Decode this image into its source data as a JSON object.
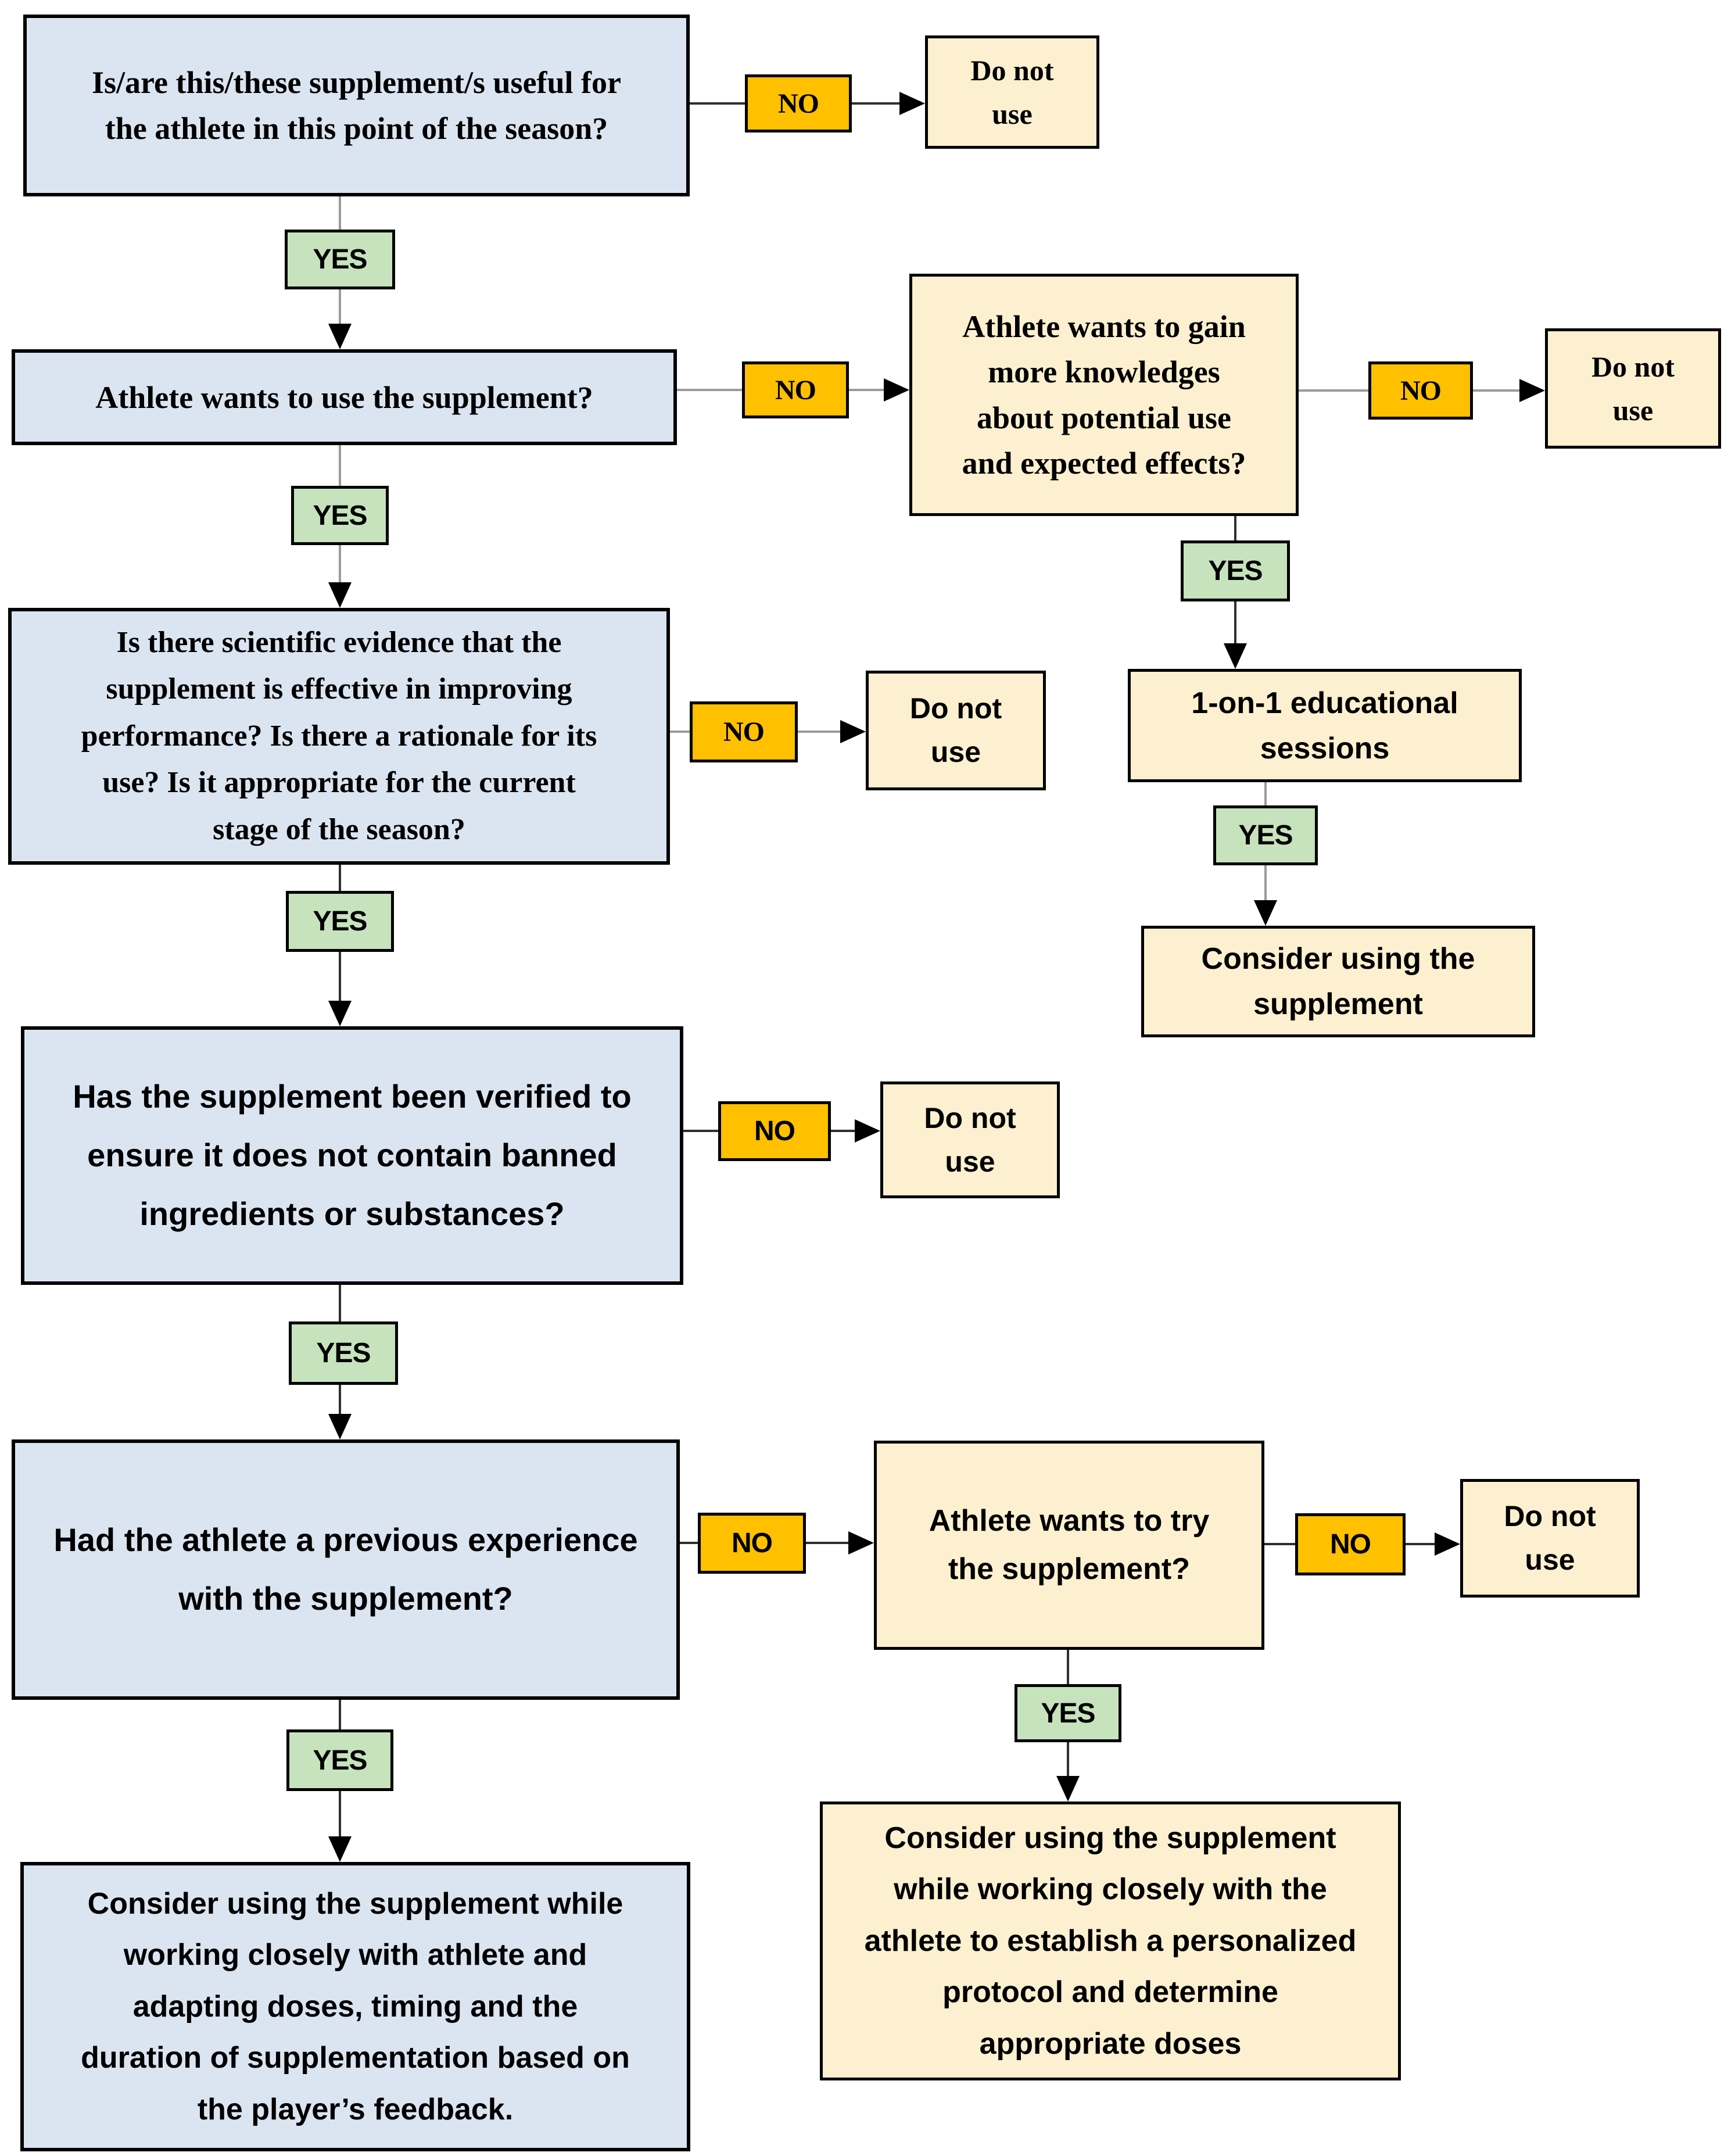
{
  "palette": {
    "question_fill": "#dbe5f1",
    "outcome_fill": "#fdf0d0",
    "no_fill": "#ffc000",
    "yes_fill": "#c7e3bd",
    "border": "#000000",
    "line_gray": "#9a9a9a",
    "line_dark": "#2f2f2f"
  },
  "labels": {
    "yes": "YES",
    "no": "NO"
  },
  "nodes": {
    "useful": {
      "text": [
        "Is/are this/these supplement/s useful for",
        "the athlete in this point of the season?"
      ]
    },
    "wants_use": {
      "text": [
        "Athlete wants to use the supplement?"
      ]
    },
    "gain_knowledge": {
      "text": [
        "Athlete wants to gain",
        "more knowledges",
        "about potential use",
        "and expected effects?"
      ]
    },
    "evidence": {
      "text": [
        "Is there scientific evidence that the",
        "supplement is effective in improving",
        "performance? Is there a rationale for its",
        "use? Is it appropriate for the current",
        "stage of the season?"
      ]
    },
    "verified": {
      "text": [
        "Has the supplement been verified to",
        "ensure it does not contain banned",
        "ingredients or substances?"
      ]
    },
    "experience": {
      "text": [
        "Had the athlete a previous experience",
        "with the supplement?"
      ]
    },
    "edu_sessions": {
      "text": [
        "1-on-1 educational",
        "sessions"
      ]
    },
    "consider_supplement": {
      "text": [
        "Consider using the",
        "supplement"
      ]
    },
    "try_supplement": {
      "text": [
        "Athlete wants to try",
        "the supplement?"
      ]
    },
    "do_not_use": {
      "text": [
        "Do not",
        "use"
      ]
    },
    "consider_adapt": {
      "text": [
        "Consider using the supplement while",
        "working closely with athlete and",
        "adapting doses, timing and the",
        "duration of supplementation based on",
        "the player’s feedback."
      ]
    },
    "consider_protocol": {
      "text": [
        "Consider using the supplement",
        "while working closely with the",
        "athlete to establish a personalized",
        "protocol and determine",
        "appropriate doses"
      ]
    }
  }
}
